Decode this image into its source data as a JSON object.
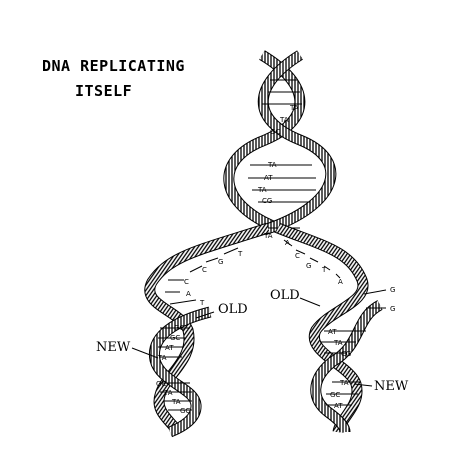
{
  "title": {
    "line1": "DNA REPLICATING",
    "line2": "ITSELF"
  },
  "labels": {
    "old_left": "OLD",
    "old_right": "OLD",
    "new_left": "NEW",
    "new_right": "NEW"
  },
  "base_pairs": {
    "parent": [
      "TA",
      "TA",
      "GC",
      "TA",
      "AT",
      "TA",
      "CG",
      "TA"
    ],
    "left_fork": [
      "G",
      "T",
      "C",
      "C",
      "A",
      "T"
    ],
    "right_fork": [
      "A",
      "C",
      "G",
      "T",
      "A",
      "G",
      "G"
    ],
    "left_daughter": [
      "GC",
      "GC",
      "AT",
      "TA",
      "GC",
      "TA",
      "TA",
      "GC"
    ],
    "right_daughter": [
      "AT",
      "TA",
      "CG",
      "TA",
      "GC",
      "AT"
    ]
  },
  "colors": {
    "ink": "#000000",
    "background": "#ffffff"
  }
}
